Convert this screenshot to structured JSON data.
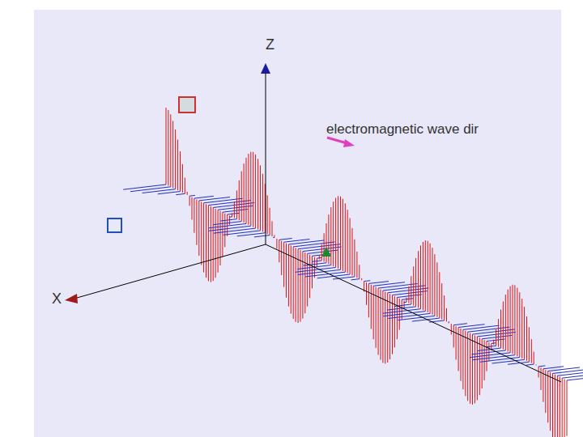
{
  "diagram": {
    "labels": [
      "Z",
      "X",
      "electromagnetic wave dir"
    ]
  }
}
